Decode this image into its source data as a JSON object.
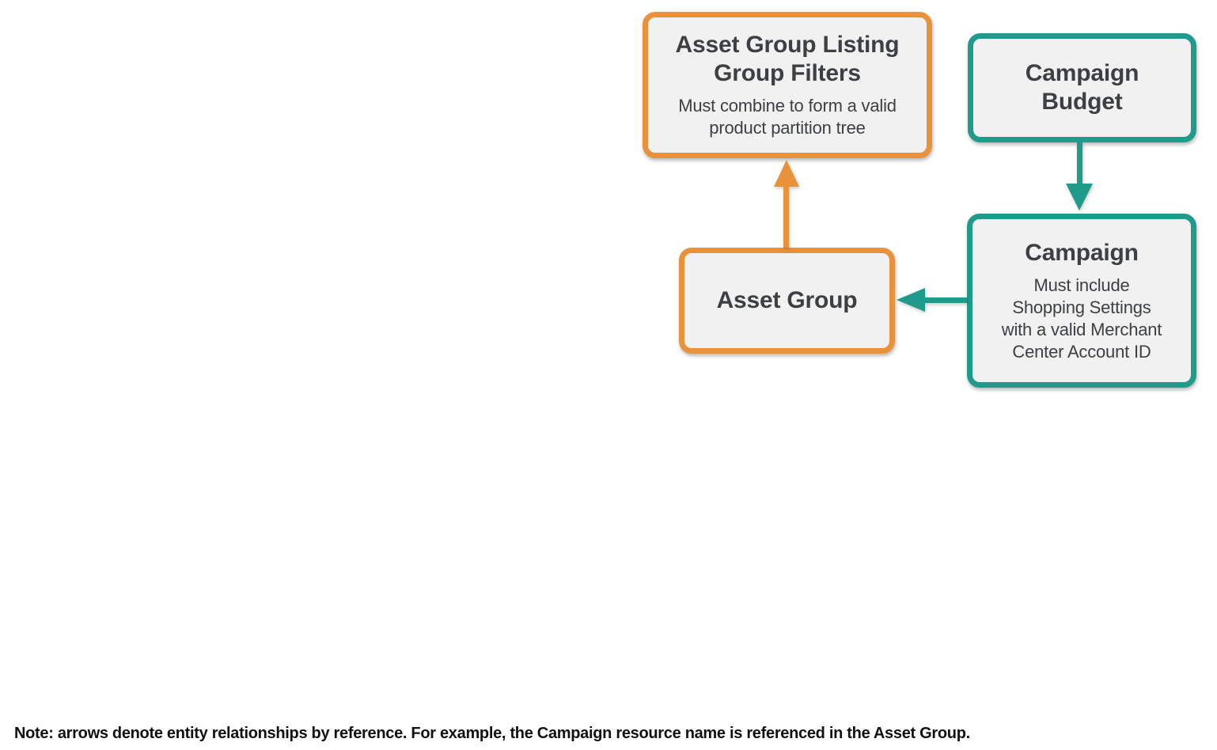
{
  "colors": {
    "orange_accent": "#E8923C",
    "teal_accent": "#209B8B",
    "node_fill": "#F1F1F1",
    "node_text": "#3C4043",
    "note_text": "#111111",
    "background": "#FFFFFF"
  },
  "diagram": {
    "nodes": [
      {
        "id": "asset-group-listing-group-filters",
        "title": "Asset Group Listing\nGroup Filters",
        "subtitle": "Must combine to form a valid\nproduct partition tree",
        "accent": "orange"
      },
      {
        "id": "campaign-budget",
        "title": "Campaign\nBudget",
        "accent": "teal"
      },
      {
        "id": "asset-group",
        "title": "Asset Group",
        "accent": "orange"
      },
      {
        "id": "campaign",
        "title": "Campaign",
        "subtitle": "Must include\nShopping Settings\nwith a valid Merchant\nCenter Account ID",
        "accent": "teal"
      }
    ],
    "edges": [
      {
        "from": "asset-group",
        "to": "asset-group-listing-group-filters",
        "color": "orange",
        "direction": "up"
      },
      {
        "from": "campaign-budget",
        "to": "campaign",
        "color": "teal",
        "direction": "down"
      },
      {
        "from": "campaign",
        "to": "asset-group",
        "color": "teal",
        "direction": "left"
      }
    ]
  },
  "note": "Note: arrows denote entity relationships by reference. For example, the Campaign resource name is referenced in the Asset Group."
}
